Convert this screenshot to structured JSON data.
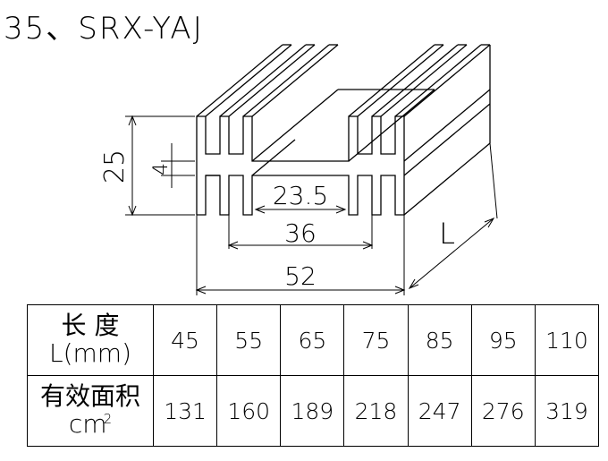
{
  "title": "35、SRX-YAJ",
  "diagram": {
    "dim_height": "25",
    "dim_gap": "4",
    "dim_inner": "23.5",
    "dim_mid": "36",
    "dim_width": "52",
    "dim_length": "L"
  },
  "table": {
    "row1_header_top": "长    度",
    "row1_header_bottom": "L(mm)",
    "row2_header_top": "有效面积",
    "row2_header_bottom_unit": "cm",
    "row2_header_bottom_sup": "2",
    "lengths": [
      "45",
      "55",
      "65",
      "75",
      "85",
      "95",
      "110"
    ],
    "areas": [
      "131",
      "160",
      "189",
      "218",
      "247",
      "276",
      "319"
    ]
  },
  "colors": {
    "line": "#000000",
    "background": "#ffffff"
  }
}
